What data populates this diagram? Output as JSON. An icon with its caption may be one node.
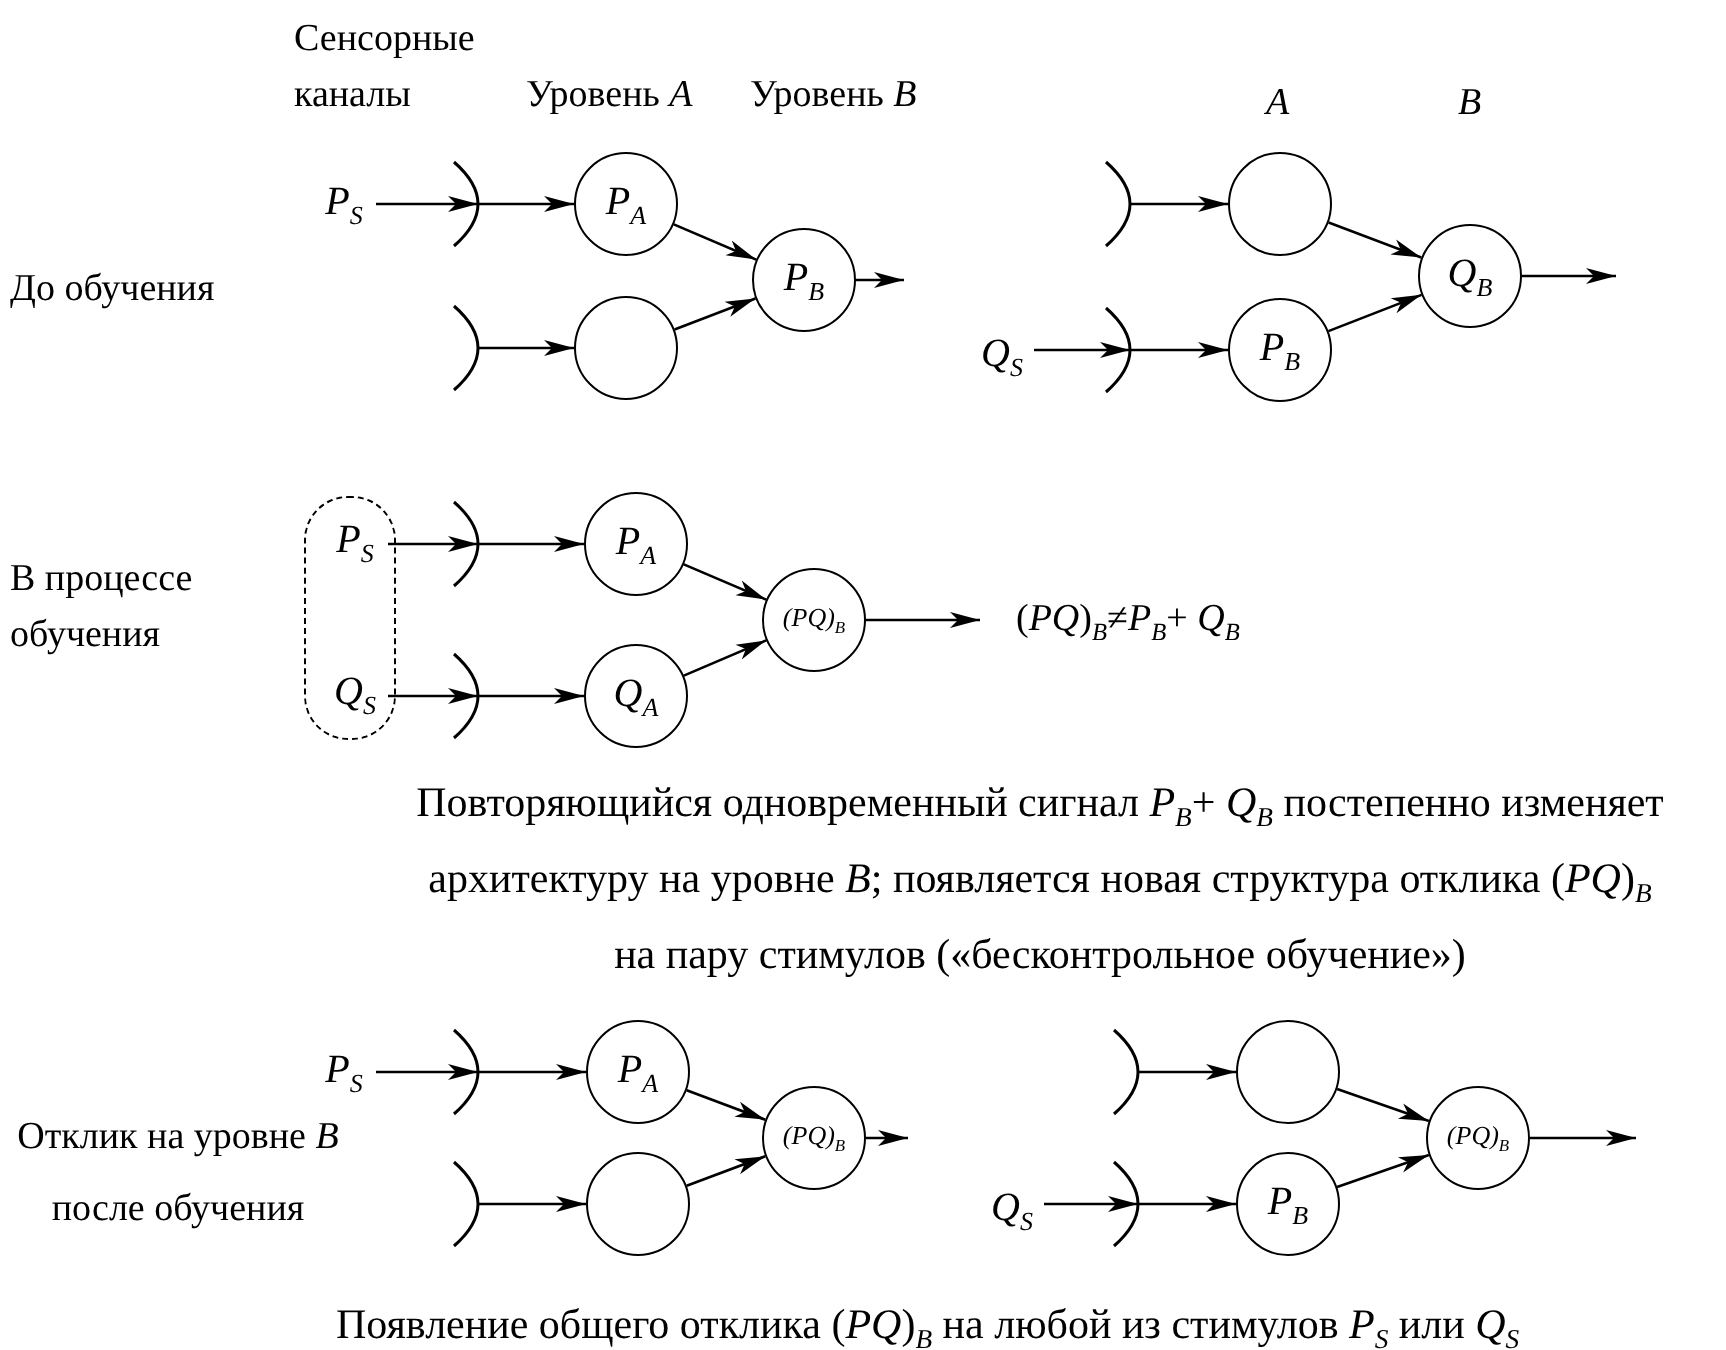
{
  "diagram": {
    "nodes": [
      {
        "text": [
          "P$_{S}$"
        ]
      },
      {
        "text": [],
        "shape": "arc"
      },
      {
        "text": [
          "P$_{A}$"
        ]
      },
      {
        "text": [],
        "shape": "arc"
      },
      {
        "text": [],
        "shape": "circle"
      },
      {
        "text": [
          "P$_{B}$"
        ]
      },
      {
        "text": [],
        "shape": "arc"
      },
      {
        "text": [],
        "shape": "circle"
      },
      {
        "text": [
          "Q$_{S}$"
        ]
      },
      {
        "text": [],
        "shape": "arc"
      },
      {
        "text": [
          "P$_{B}$"
        ]
      },
      {
        "text": [
          "Q$_{B}$"
        ]
      },
      {
        "text": [],
        "shape": "oval"
      },
      {
        "text": [
          "P$_{S}$"
        ],
        "in": 12
      },
      {
        "text": [
          "Q$_{S}$"
        ],
        "in": 12
      },
      {
        "text": [],
        "shape": "arc"
      },
      {
        "text": [],
        "shape": "arc"
      },
      {
        "text": [
          "P$_{A}$"
        ]
      },
      {
        "text": [
          "Q$_{A}$"
        ]
      },
      {
        "text": [
          "(PQ)$_{B}$"
        ]
      },
      {
        "text": [
          "P$_{S}$"
        ]
      },
      {
        "text": [],
        "shape": "arc"
      },
      {
        "text": [
          "P$_{A}$"
        ]
      },
      {
        "text": [],
        "shape": "arc"
      },
      {
        "text": [],
        "shape": "circle"
      },
      {
        "text": [
          "(PQ)$_{B}$"
        ]
      },
      {
        "text": [],
        "shape": "arc"
      },
      {
        "text": [],
        "shape": "circle"
      },
      {
        "text": [
          "Q$_{S}$"
        ]
      },
      {
        "text": [],
        "shape": "arc"
      },
      {
        "text": [
          "P$_{B}$"
        ]
      },
      {
        "text": [
          "(PQ)$_{B}$"
        ]
      }
    ],
    "edges": [
      {
        "from": 0,
        "to": 1,
        "arrow": "to"
      },
      {
        "from": 1,
        "to": 2,
        "arrow": "to"
      },
      {
        "from": 3,
        "to": 4,
        "arrow": "to"
      },
      {
        "from": 2,
        "to": 5,
        "arrow": "to"
      },
      {
        "from": 4,
        "to": 5,
        "arrow": "to"
      },
      {
        "from": 5,
        "to": null,
        "arrow": "to"
      },
      {
        "from": 6,
        "to": 7,
        "arrow": "to"
      },
      {
        "from": 8,
        "to": 9,
        "arrow": "to"
      },
      {
        "from": 9,
        "to": 10,
        "arrow": "to"
      },
      {
        "from": 7,
        "to": 11,
        "arrow": "to"
      },
      {
        "from": 10,
        "to": 11,
        "arrow": "to"
      },
      {
        "from": 11,
        "to": null,
        "arrow": "to"
      },
      {
        "from": 13,
        "to": 15,
        "arrow": "to"
      },
      {
        "from": 14,
        "to": 16,
        "arrow": "to"
      },
      {
        "from": 15,
        "to": 17,
        "arrow": "to"
      },
      {
        "from": 16,
        "to": 18,
        "arrow": "to"
      },
      {
        "from": 17,
        "to": 19,
        "arrow": "to"
      },
      {
        "from": 18,
        "to": 19,
        "arrow": "to"
      },
      {
        "from": 19,
        "to": null,
        "arrow": "to"
      },
      {
        "from": 20,
        "to": 21,
        "arrow": "to"
      },
      {
        "from": 21,
        "to": 22,
        "arrow": "to"
      },
      {
        "from": 23,
        "to": 24,
        "arrow": "to"
      },
      {
        "from": 22,
        "to": 25,
        "arrow": "to"
      },
      {
        "from": 24,
        "to": 25,
        "arrow": "to"
      },
      {
        "from": 25,
        "to": null,
        "arrow": "to"
      },
      {
        "from": 26,
        "to": 27,
        "arrow": "to"
      },
      {
        "from": 28,
        "to": 29,
        "arrow": "to"
      },
      {
        "from": 29,
        "to": 30,
        "arrow": "to"
      },
      {
        "from": 27,
        "to": 31,
        "arrow": "to"
      },
      {
        "from": 30,
        "to": 31,
        "arrow": "to"
      },
      {
        "from": 31,
        "to": null,
        "arrow": "to"
      }
    ],
    "labels": [
      "Сенсорные каналы",
      "Уровень *A*",
      "Уровень *B*",
      "A",
      "B",
      "До обучения",
      "В процессе обучения",
      "(*PQ*)$_{B}$≠*P*$_{B}$+ *Q*$_{B}$",
      "Повторяющийся одновременный сигнал *P*$_{B}$+ *Q*$_{B}$ постепенно изменяет архитектуру на уровне *B*; появляется новая структура отклика (*PQ*)$_{B}$ на пару стимулов («бесконтрольное обучение»)",
      "Отклик на уровне *B* после обучения",
      "Появление общего отклика (*PQ*)$_{B}$ на любой из стимулов *P*$_{S}$ или *Q*$_{S}$"
    ]
  }
}
